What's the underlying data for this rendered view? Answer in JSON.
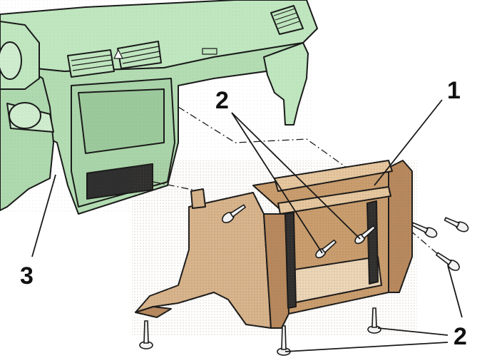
{
  "callouts": {
    "part_1": "1",
    "part_2_top": "2",
    "part_2_bottom": "2",
    "part_3": "3"
  },
  "colors": {
    "dashboard_fill": "#bfe6bf",
    "console_fill": "#d8b48c",
    "console_shade": "#b8895e",
    "console_light": "#ecd6b8",
    "outline": "#1a1a1a",
    "screw_fill": "#f2f2f2"
  },
  "icons": {
    "screw": "screw-icon"
  }
}
